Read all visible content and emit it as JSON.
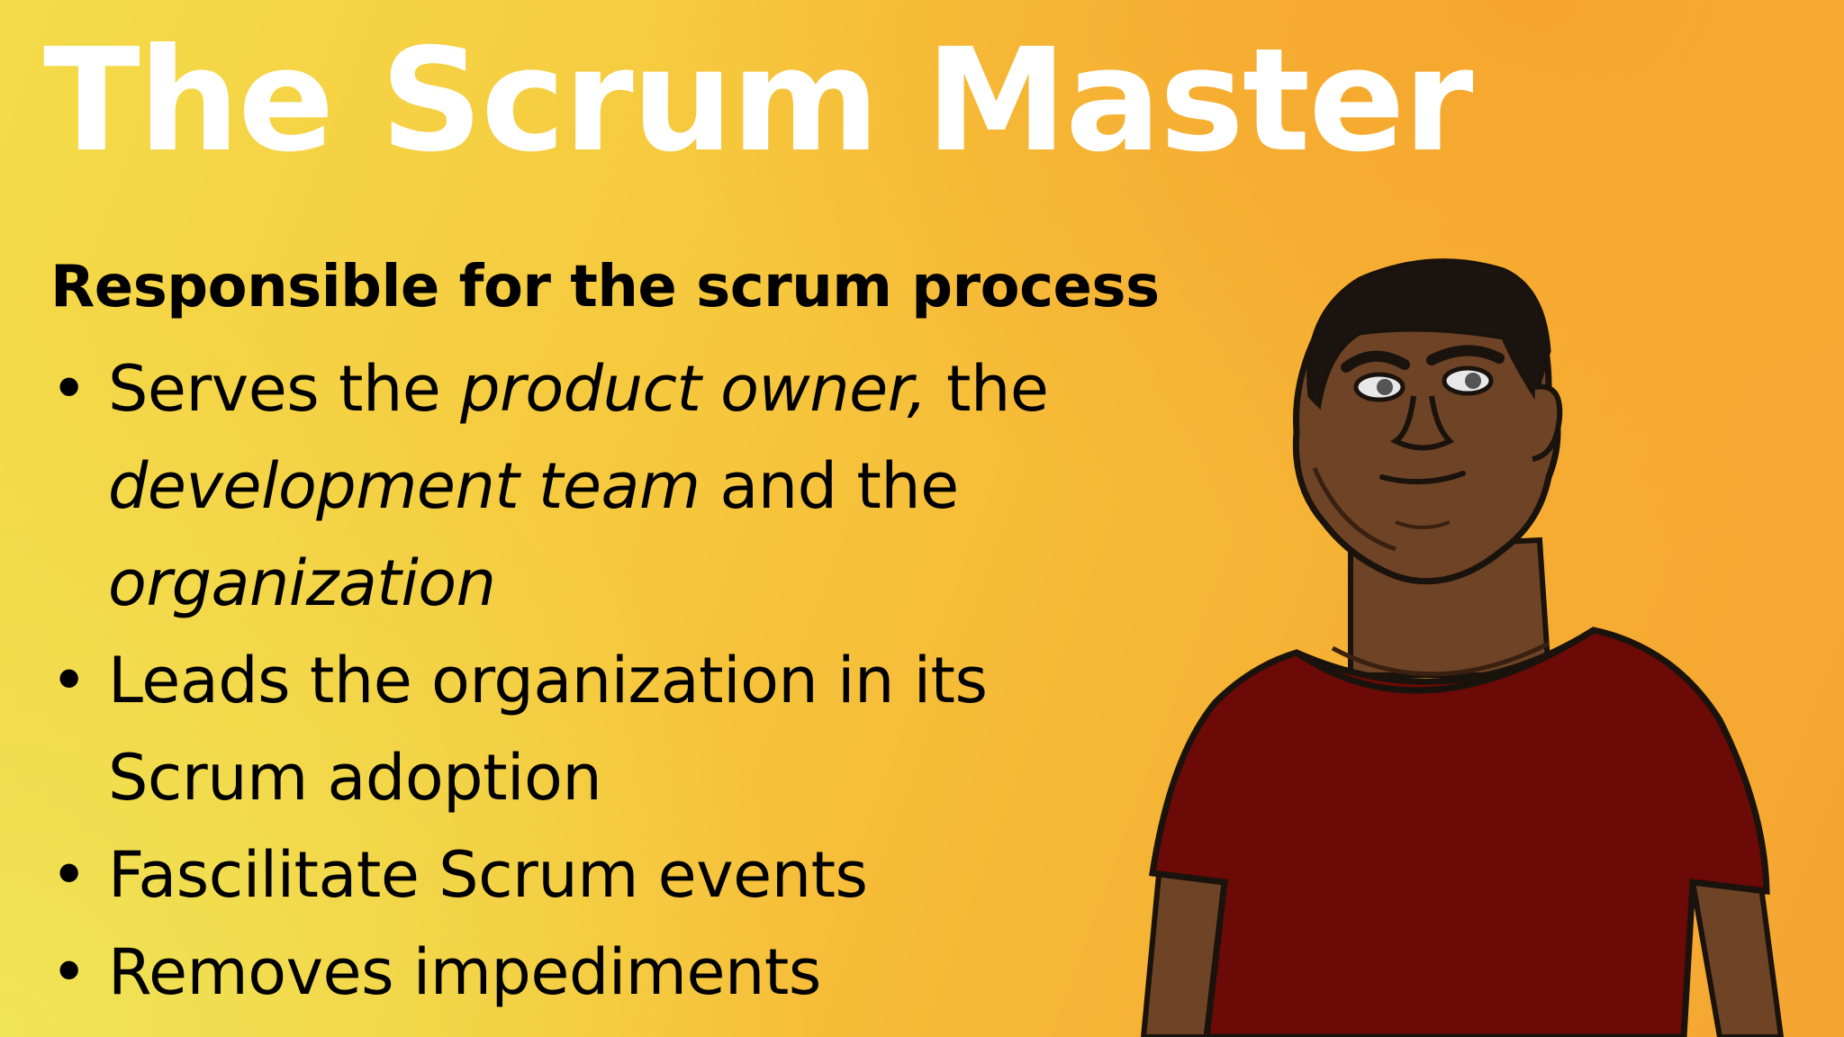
{
  "slide": {
    "title": "The Scrum Master",
    "subtitle": "Responsible for the scrum process",
    "bullet_marker": "•",
    "bullets": [
      {
        "segments": [
          {
            "text": "Serves the "
          },
          {
            "text": "product owner,",
            "italic": true
          },
          {
            "text": " the "
          },
          {
            "text": "development team",
            "italic": true
          },
          {
            "text": " and the "
          },
          {
            "text": "organization",
            "italic": true
          }
        ]
      },
      {
        "segments": [
          {
            "text": "Leads the organization in its Scrum adoption"
          }
        ]
      },
      {
        "segments": [
          {
            "text": "Fascilitate Scrum events"
          }
        ]
      },
      {
        "segments": [
          {
            "text": "Removes impediments"
          }
        ]
      }
    ]
  },
  "illustration": {
    "icon": "scrum-master-character-illustration",
    "shirt_color": "#6b0a06",
    "skin_color": "#6e4326",
    "hair_color": "#1b1410"
  },
  "colors": {
    "background_left": "#efe455",
    "background_right": "#f5a532",
    "title": "#ffffff",
    "text": "#000000"
  }
}
